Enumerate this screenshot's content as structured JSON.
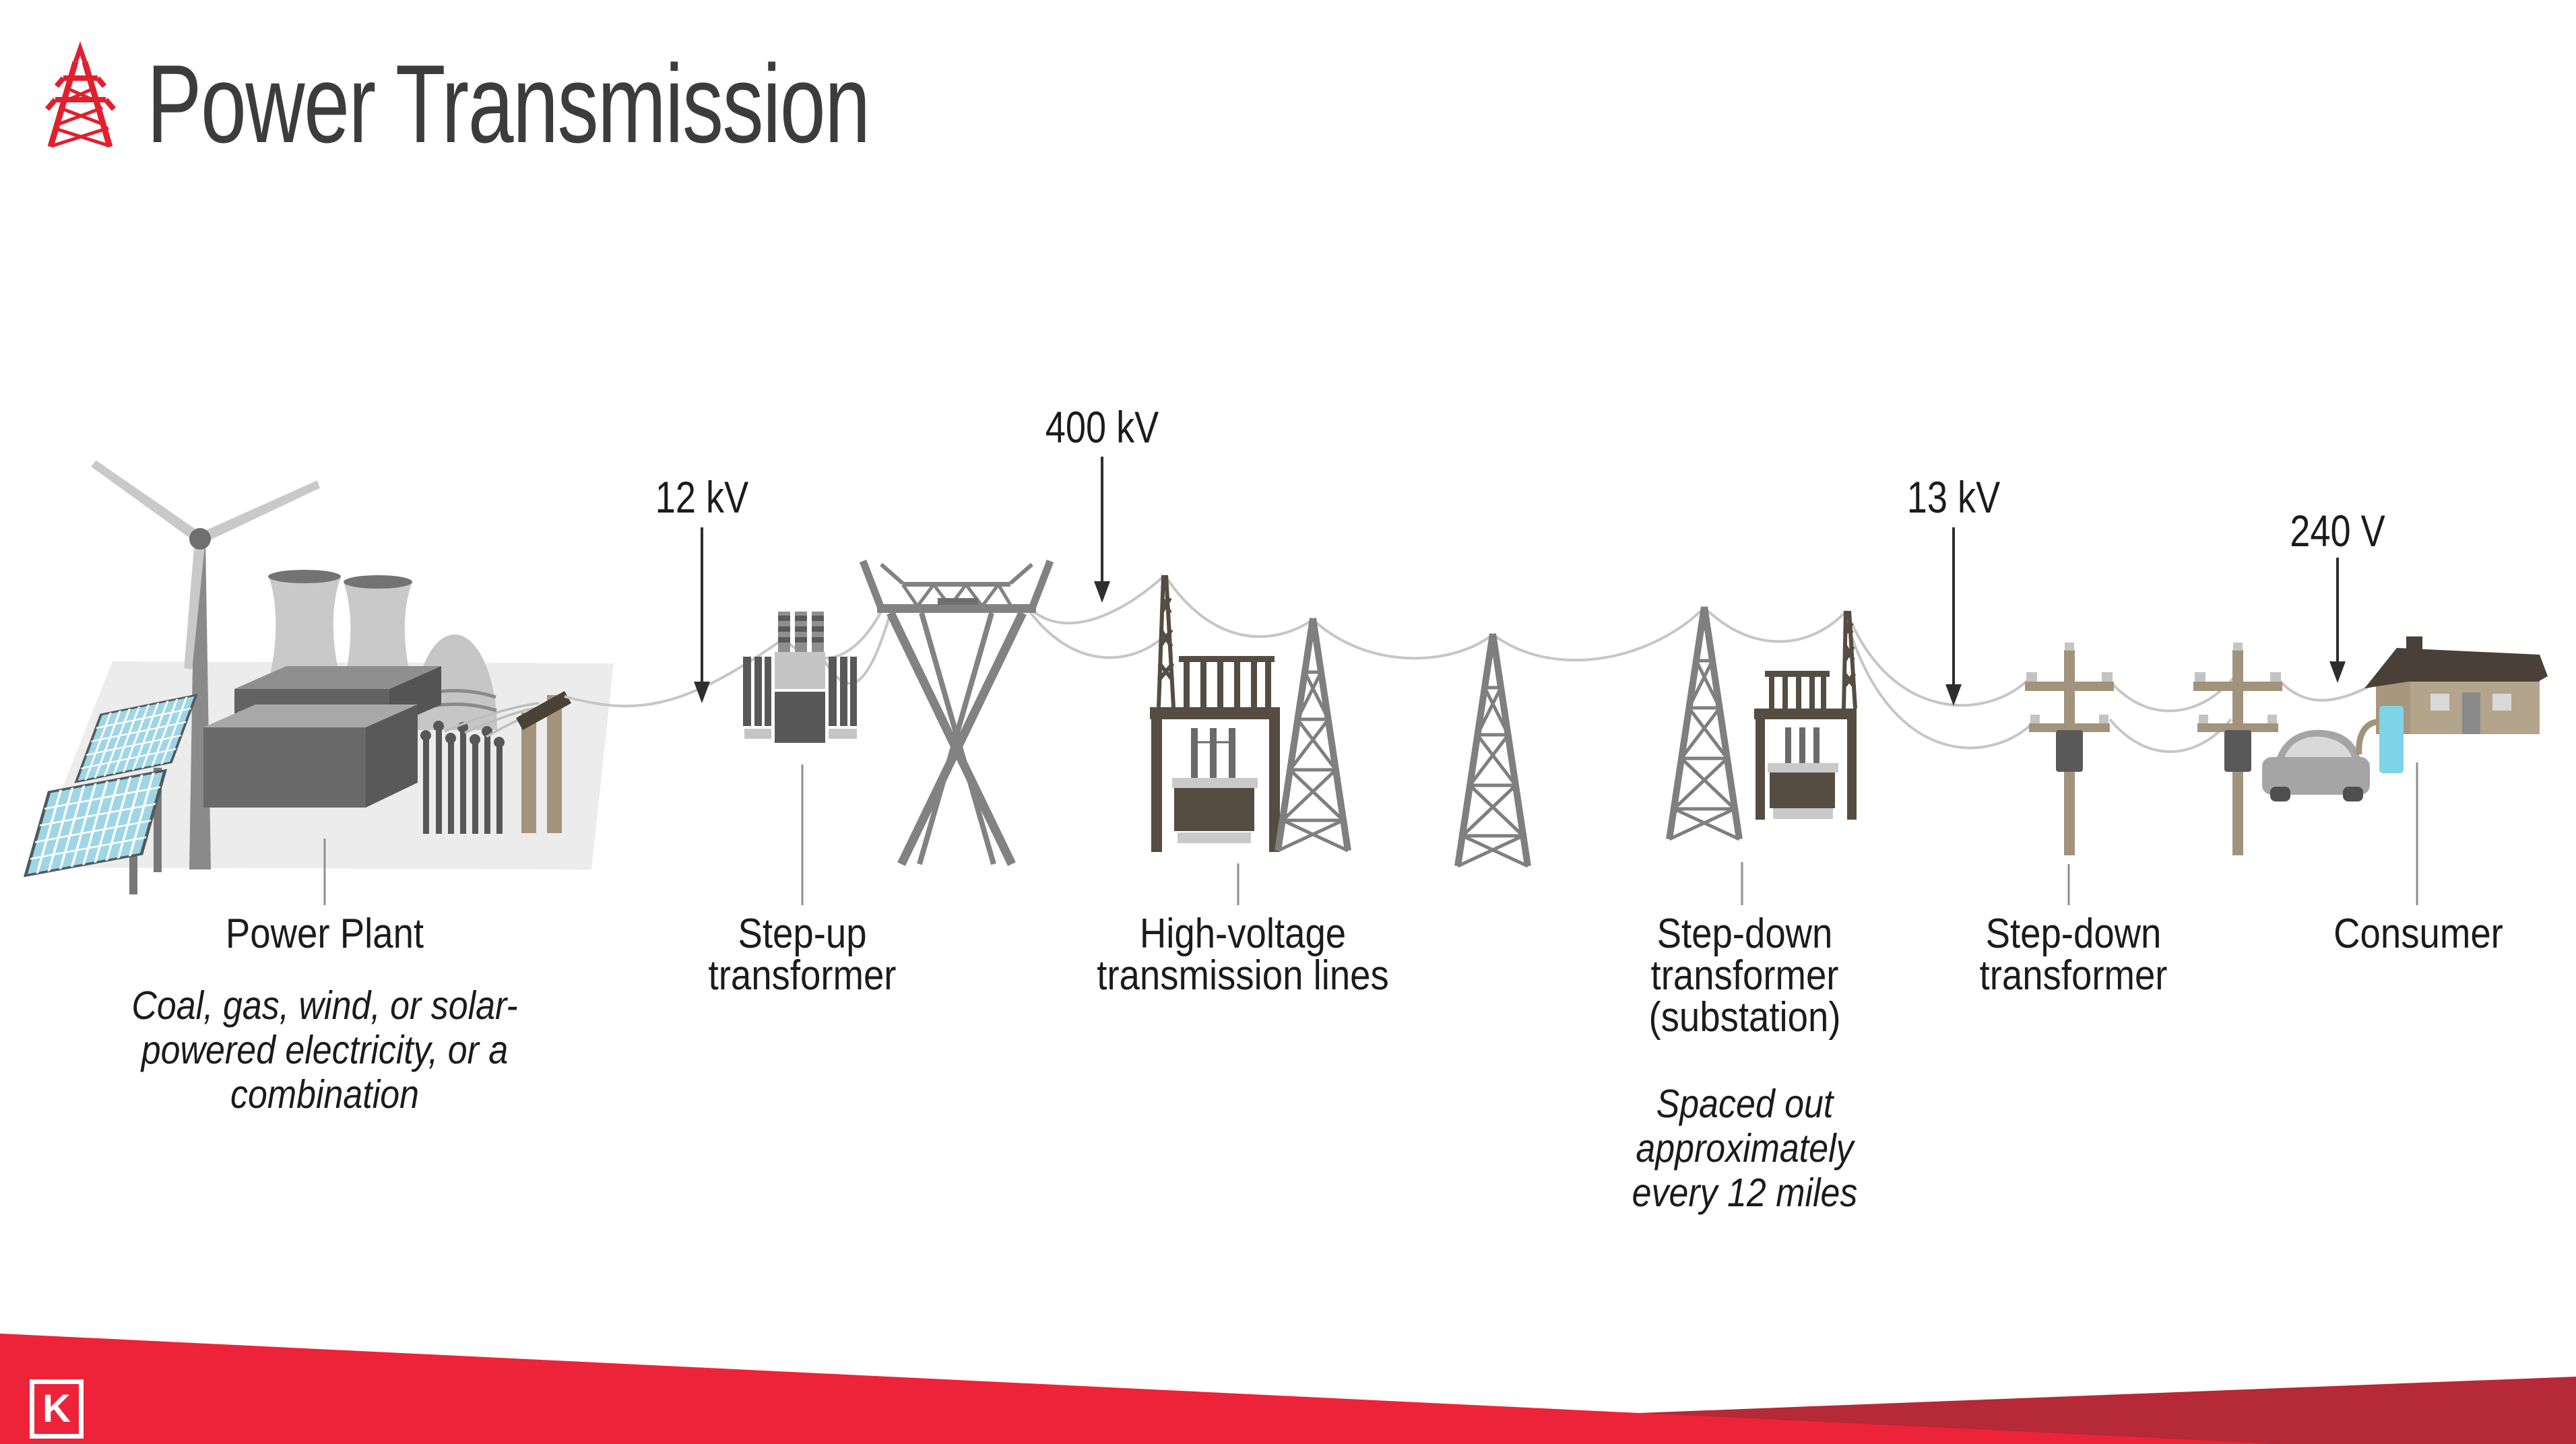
{
  "header": {
    "title": "Power Transmission",
    "icon": "transmission-tower-icon"
  },
  "voltages": [
    {
      "value": "12 kV"
    },
    {
      "value": "400 kV"
    },
    {
      "value": "13 kV"
    },
    {
      "value": "240 V"
    }
  ],
  "stages": [
    {
      "label_lines": [
        "Power Plant"
      ],
      "note_lines": [
        "Coal, gas, wind, or solar-",
        "powered electricity, or a",
        "combination"
      ]
    },
    {
      "label_lines": [
        "Step-up",
        "transformer"
      ],
      "note_lines": []
    },
    {
      "label_lines": [
        "High-voltage",
        "transmission lines"
      ],
      "note_lines": []
    },
    {
      "label_lines": [
        "Step-down",
        "transformer",
        "(substation)"
      ],
      "note_lines": [
        "Spaced out",
        "approximately",
        "every 12 miles"
      ]
    },
    {
      "label_lines": [
        "Step-down",
        "transformer"
      ],
      "note_lines": []
    },
    {
      "label_lines": [
        "Consumer"
      ],
      "note_lines": []
    }
  ],
  "footer": {
    "logo_letter": "K"
  },
  "colors": {
    "accent_red": "#ed2339",
    "accent_dark_red": "#b62937",
    "title_color": "#3c3c3c",
    "text_color": "#1b1b1b",
    "wire_gray": "#c6c6c6",
    "structure_gray": "#828282",
    "frame_brown": "#554c42",
    "pole_tan": "#a2947c",
    "solar_blue": "#9fd6e6",
    "charger_cyan": "#7ed4e6",
    "ground_gray": "#ececec"
  }
}
